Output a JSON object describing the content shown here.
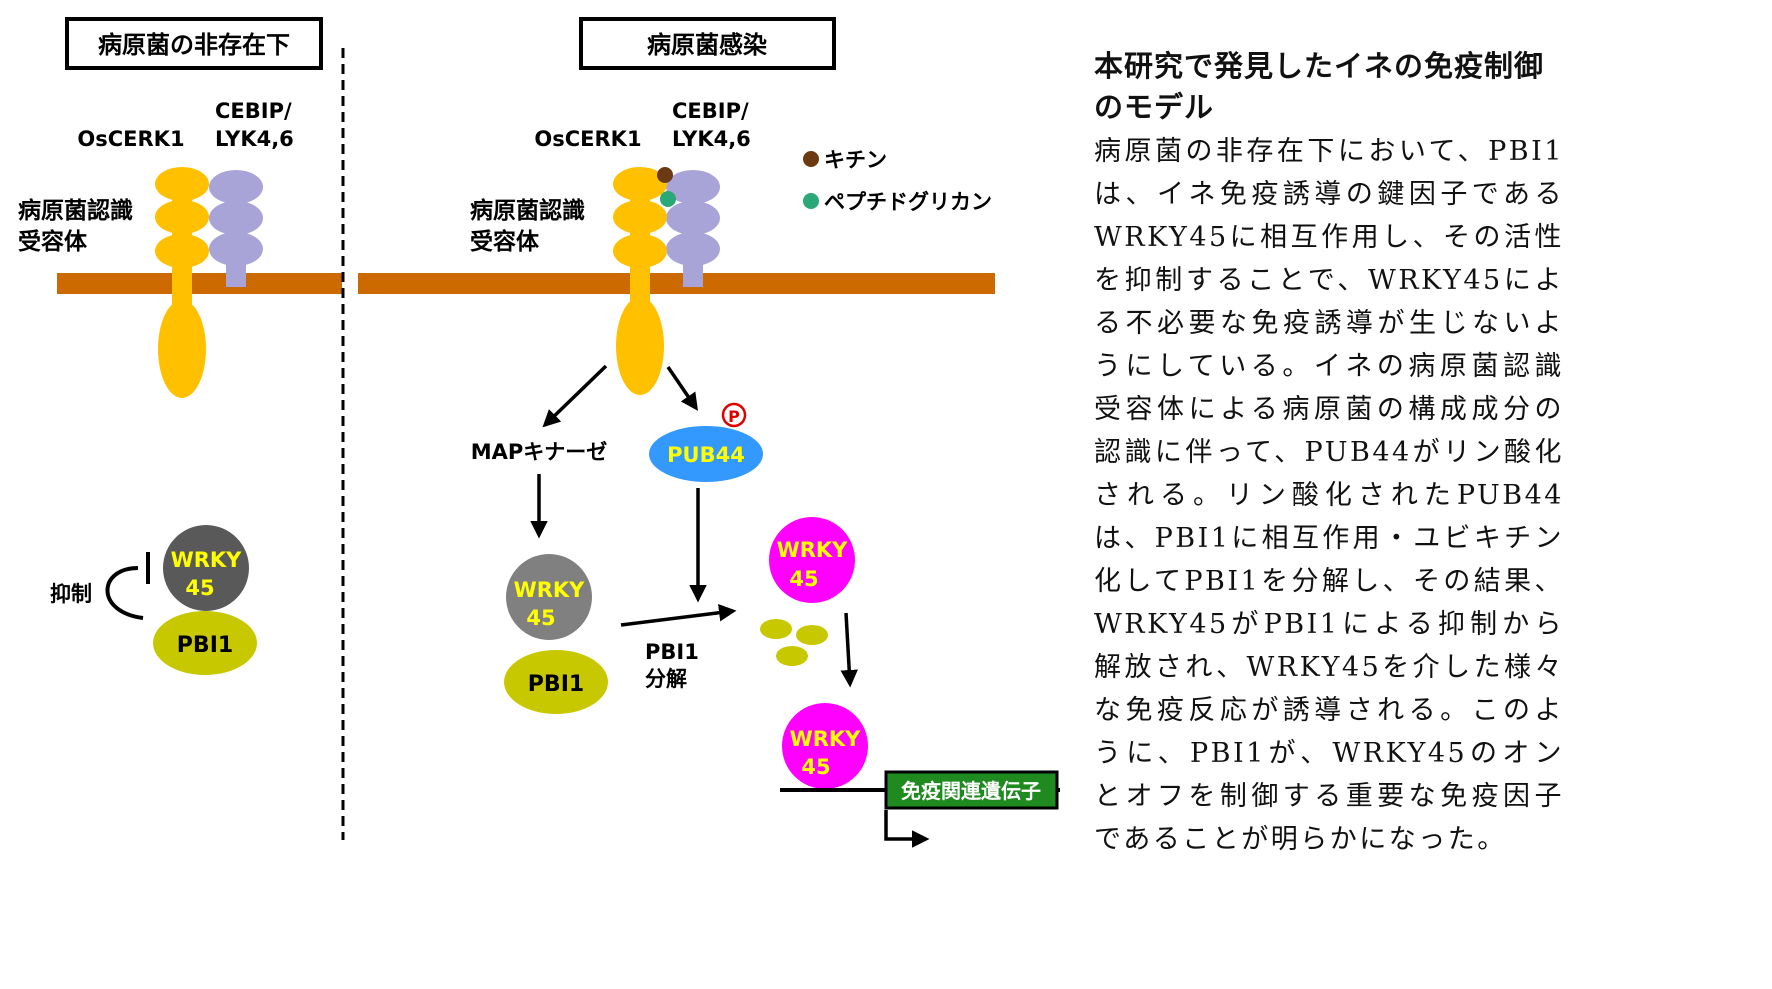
{
  "left_panel": {
    "title": "病原菌の非存在下",
    "oscerk1": "OsCERK1",
    "cebip_line1": "CEBIP/",
    "cebip_line2": "LYK4,6",
    "receptor_line1": "病原菌認識",
    "receptor_line2": "受容体",
    "inhibit": "抑制",
    "wrky_line1": "WRKY",
    "wrky_line2": "45",
    "pbi1": "PBI1"
  },
  "right_panel": {
    "title": "病原菌感染",
    "oscerk1": "OsCERK1",
    "cebip_line1": "CEBIP/",
    "cebip_line2": "LYK4,6",
    "receptor_line1": "病原菌認識",
    "receptor_line2": "受容体",
    "legend_chitin": "キチン",
    "legend_peptidoglycan": "ペプチドグリカン",
    "map_kinase": "MAPキナーゼ",
    "pub44": "PUB44",
    "phospho": "P",
    "wrky_line1": "WRKY",
    "wrky_line2": "45",
    "pbi1": "PBI1",
    "degrade_line1": "PBI1",
    "degrade_line2": "分解",
    "gene_box": "免疫関連遺伝子"
  },
  "caption": {
    "title": "本研究で発見したイネの免疫制御のモデル",
    "body": "病原菌の非存在下において、PBI1は、イネ免疫誘導の鍵因子であるWRKY45に相互作用し、その活性を抑制することで、WRKY45による不必要な免疫誘導が生じないようにしている。イネの病原菌認識受容体による病原菌の構成成分の認識に伴って、PUB44がリン酸化される。リン酸化されたPUB44は、PBI1に相互作用・ユビキチン化してPBI1を分解し、その結果、WRKY45がPBI1による抑制から解放され、WRKY45を介した様々な免疫反応が誘導される。このように、PBI1が、WRKY45のオンとオフを制御する重要な免疫因子であることが明らかになった。"
  },
  "colors": {
    "membrane": "#cc6a00",
    "oscerk1": "#ffc000",
    "cebip": "#a9a4d8",
    "wrky_dark": "#595959",
    "wrky_gray": "#808080",
    "wrky_magenta": "#ff00ff",
    "wrky_text": "#ffff00",
    "pbi1": "#c8c800",
    "pub44": "#3399ff",
    "chitin": "#6b3a12",
    "peptidoglycan": "#2ba877",
    "gene_box": "#1f8a1f",
    "phospho": "#e00000"
  }
}
